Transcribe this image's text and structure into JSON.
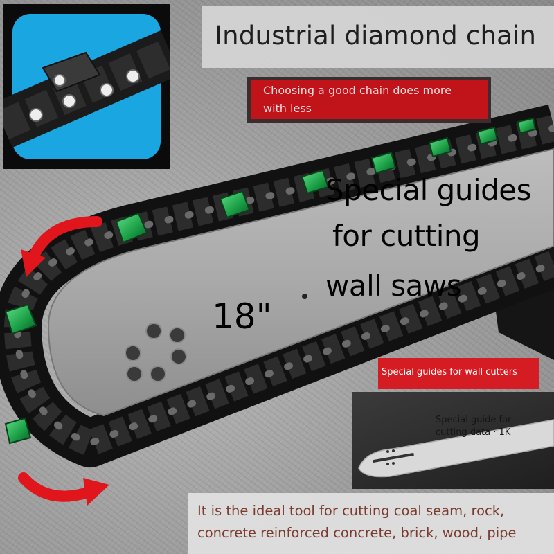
{
  "header": {
    "title": "Industrial diamond chain",
    "tagline": "Choosing a good chain does more with less"
  },
  "overlay_heading": {
    "line1": "Special guides",
    "line2": "for cutting",
    "line3": "wall saws"
  },
  "bar_size": "18\"",
  "badges": {
    "wall_cutters": "Special guides for wall cutters",
    "guide_caption": "Special guide for cutting data · 1K"
  },
  "footer": {
    "line1": "It is the ideal tool for cutting coal seam, rock,",
    "line2": "concrete reinforced concrete, brick, wood, pipe"
  },
  "colors": {
    "accent_red": "#d41c22",
    "diamond_green": "#1fa84a",
    "inset_blue": "#1aa6e0",
    "footer_text": "#7a3b2e"
  },
  "icons": [
    "rotation-arrow-top-icon",
    "rotation-arrow-bottom-icon"
  ]
}
